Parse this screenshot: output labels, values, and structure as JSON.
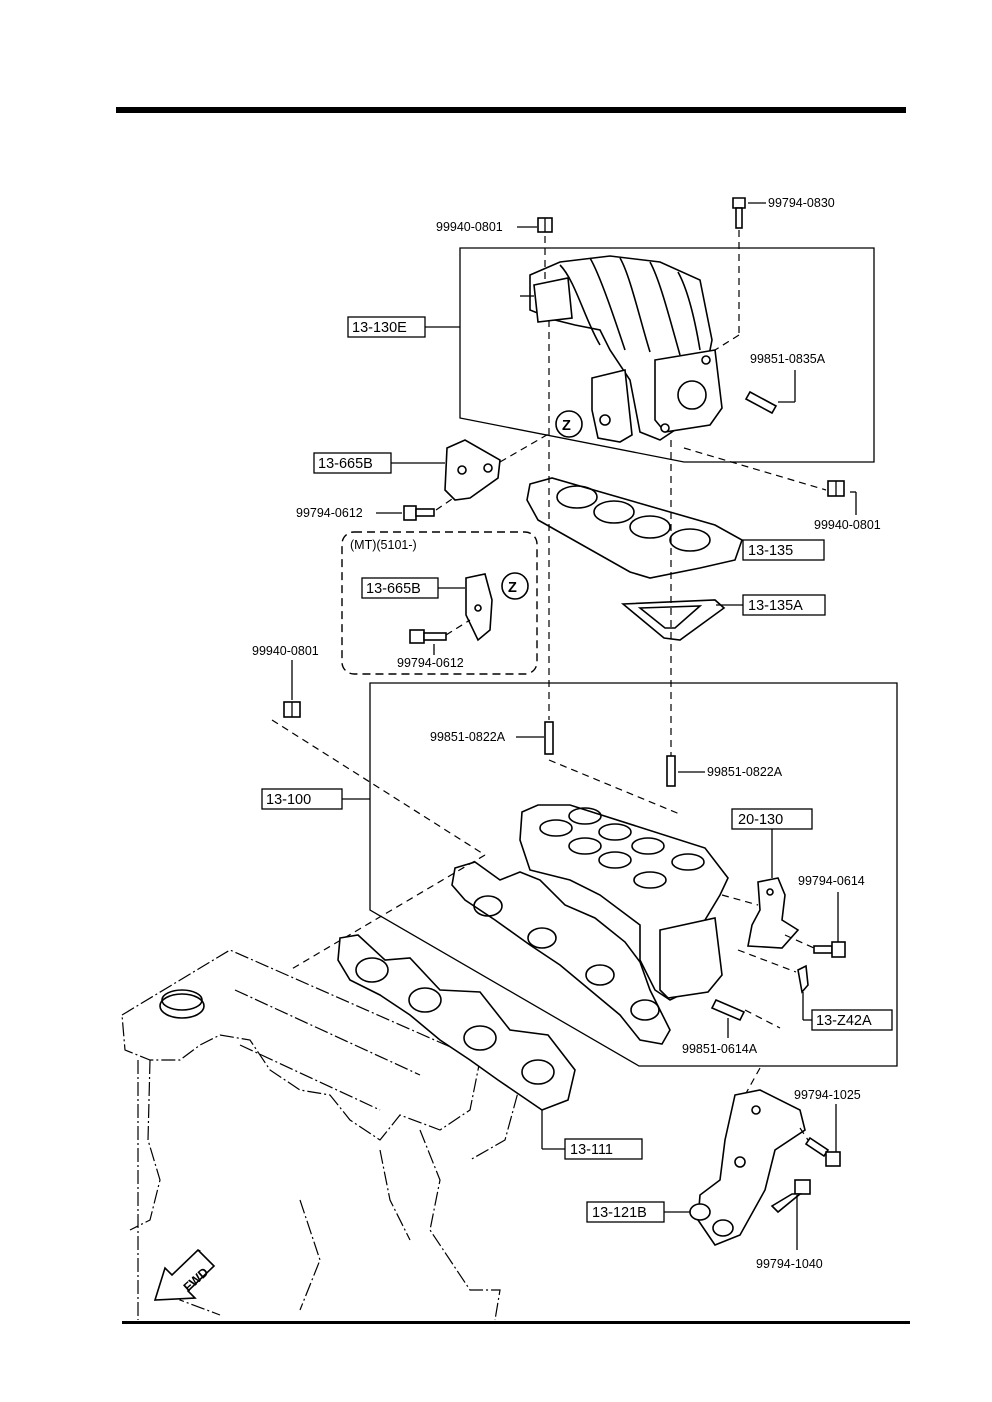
{
  "part_boxes": {
    "p13_130E": "13-130E",
    "p13_665B_top": "13-665B",
    "p13_665B_mt": "13-665B",
    "p13_135": "13-135",
    "p13_135A": "13-135A",
    "p13_100": "13-100",
    "p20_130": "20-130",
    "p13_Z42A": "13-Z42A",
    "p13_111": "13-111",
    "p13_121B": "13-121B"
  },
  "fastener_labels": {
    "f99940_0801_top": "99940-0801",
    "f99794_0830": "99794-0830",
    "f99851_0835A": "99851-0835A",
    "f99940_0801_right": "99940-0801",
    "f99794_0612_top": "99794-0612",
    "f99794_0612_mt": "99794-0612",
    "f99940_0801_left": "99940-0801",
    "f99851_0822A_left": "99851-0822A",
    "f99851_0822A_right": "99851-0822A",
    "f99794_0614": "99794-0614",
    "f99851_0614A": "99851-0614A",
    "f99794_1025": "99794-1025",
    "f99794_1040": "99794-1040"
  },
  "mt_group_label": "(MT)(5101-)",
  "ref_marker": "Z",
  "fwd_label": "FWD"
}
